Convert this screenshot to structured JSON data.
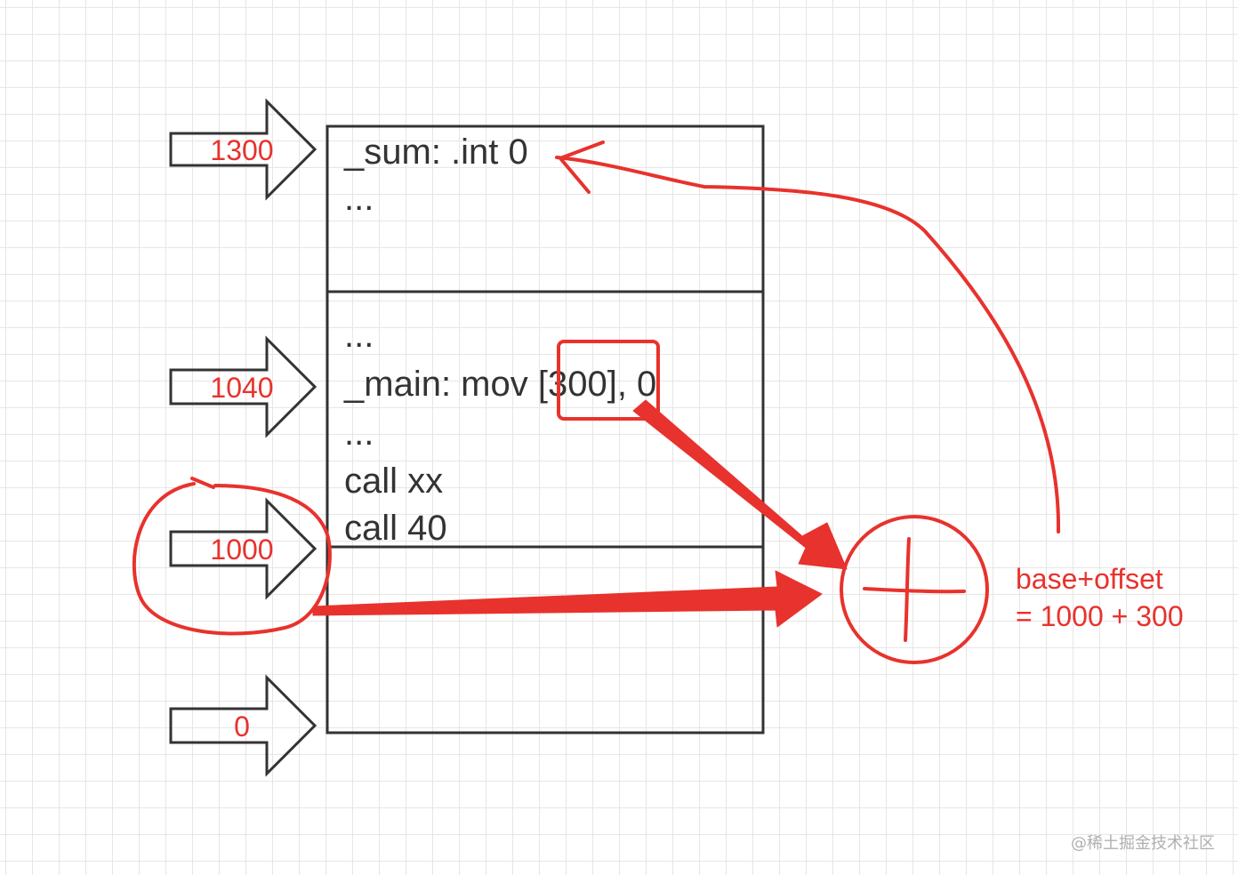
{
  "memory": {
    "data_segment": {
      "lines": [
        "_sum: .int 0",
        "..."
      ]
    },
    "code_segment": {
      "lines": [
        "...",
        "_main: mov [300], 0",
        "...",
        "call xx",
        "call 40"
      ]
    }
  },
  "addresses": [
    "1300",
    "1040",
    "1000",
    "0"
  ],
  "annotation": {
    "line1": "base+offset",
    "line2": "= 1000 + 300"
  },
  "watermark": "@稀土掘金技术社区",
  "colors": {
    "annotation_red": "#e8322d",
    "ink": "#333333",
    "grid": "#e6e6e6"
  }
}
